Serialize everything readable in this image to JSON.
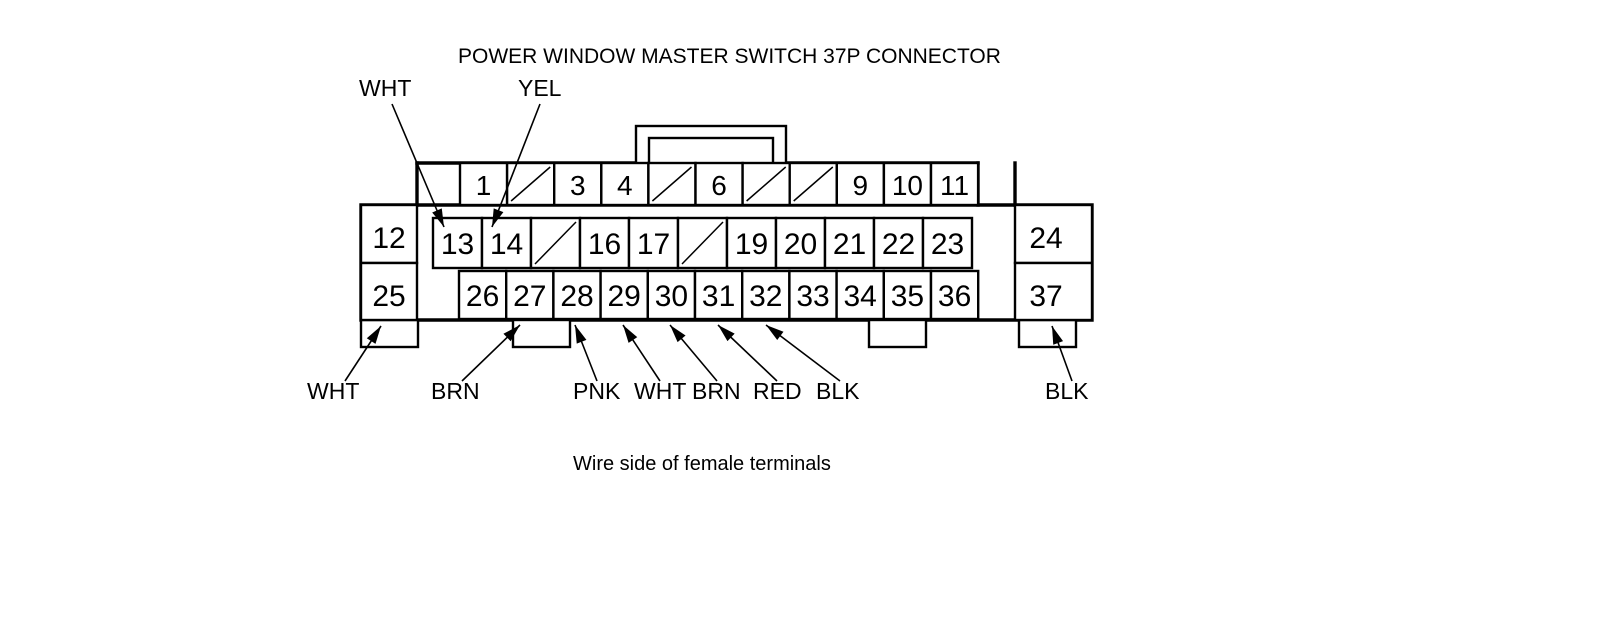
{
  "title": "POWER WINDOW MASTER SWITCH 37P CONNECTOR",
  "caption": "Wire side of female terminals",
  "rows": {
    "top": [
      {
        "label": "1",
        "blank": false
      },
      {
        "label": "",
        "blank": true
      },
      {
        "label": "3",
        "blank": false
      },
      {
        "label": "4",
        "blank": false
      },
      {
        "label": "",
        "blank": true
      },
      {
        "label": "6",
        "blank": false
      },
      {
        "label": "",
        "blank": true
      },
      {
        "label": "",
        "blank": true
      },
      {
        "label": "9",
        "blank": false
      },
      {
        "label": "10",
        "blank": false
      },
      {
        "label": "11",
        "blank": false
      }
    ],
    "middle_left": "12",
    "middle": [
      {
        "label": "13",
        "blank": false
      },
      {
        "label": "14",
        "blank": false
      },
      {
        "label": "",
        "blank": true
      },
      {
        "label": "16",
        "blank": false
      },
      {
        "label": "17",
        "blank": false
      },
      {
        "label": "",
        "blank": true
      },
      {
        "label": "19",
        "blank": false
      },
      {
        "label": "20",
        "blank": false
      },
      {
        "label": "21",
        "blank": false
      },
      {
        "label": "22",
        "blank": false
      },
      {
        "label": "23",
        "blank": false
      }
    ],
    "middle_right": "24",
    "bottom_left": "25",
    "bottom": [
      {
        "label": "26",
        "blank": false
      },
      {
        "label": "27",
        "blank": false
      },
      {
        "label": "28",
        "blank": false
      },
      {
        "label": "29",
        "blank": false
      },
      {
        "label": "30",
        "blank": false
      },
      {
        "label": "31",
        "blank": false
      },
      {
        "label": "32",
        "blank": false
      },
      {
        "label": "33",
        "blank": false
      },
      {
        "label": "34",
        "blank": false
      },
      {
        "label": "35",
        "blank": false
      },
      {
        "label": "36",
        "blank": false
      }
    ],
    "bottom_right": "37"
  },
  "wire_labels": {
    "top": [
      {
        "name": "WHT",
        "target_pin": "13"
      },
      {
        "name": "YEL",
        "target_pin": "14"
      }
    ],
    "bottom": [
      {
        "name": "WHT",
        "target_pin": "25"
      },
      {
        "name": "BRN",
        "target_pin": "27"
      },
      {
        "name": "PNK",
        "target_pin": "28"
      },
      {
        "name": "WHT",
        "target_pin": "29"
      },
      {
        "name": "BRN",
        "target_pin": "30"
      },
      {
        "name": "RED",
        "target_pin": "31"
      },
      {
        "name": "BLK",
        "target_pin": "32"
      },
      {
        "name": "BLK",
        "target_pin": "37"
      }
    ]
  },
  "colors": {
    "line": "#000000",
    "background": "#ffffff",
    "text": "#000000"
  }
}
